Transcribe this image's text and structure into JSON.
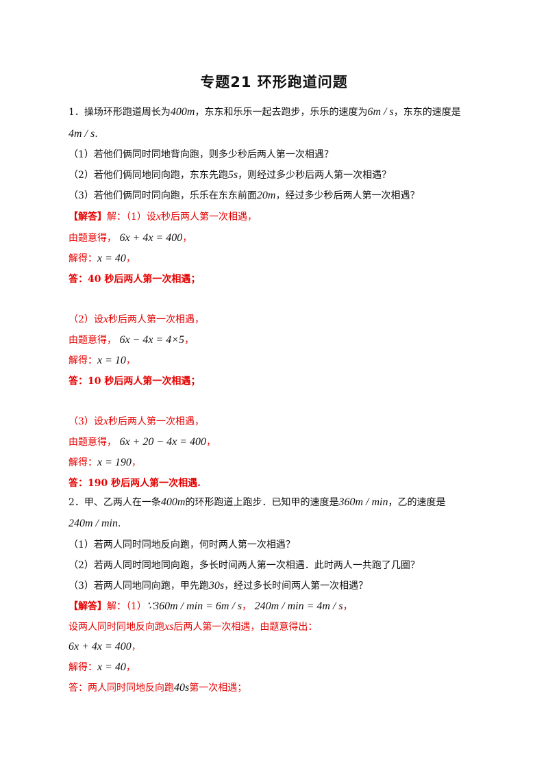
{
  "title": "专题21  环形跑道问题",
  "p1": {
    "intro_a": "1．操场环形跑道周长为",
    "m400": "400m",
    "intro_b": "，东东和乐乐一起去跑步，乐乐的速度为",
    "v6": "6m / s",
    "intro_c": "，东东的速度是",
    "v4": "4m / s",
    "intro_end": ".",
    "q1": "（1）若他们俩同时同地背向跑，则多少秒后两人第一次相遇？",
    "q2_a": "（2）若他们俩同地同向跑，东东先跑",
    "q2_m": "5s",
    "q2_b": "，则经过多少秒后两人第一次相遇？",
    "q3_a": "（3）若他们俩同时同向跑，乐乐在东东前面",
    "q3_m": "20m",
    "q3_b": "，经过多少秒后两人第一次相遇？",
    "ans_tag": "【解答】",
    "ans1_a": "解：（1）设",
    "ans1_x": "x",
    "ans1_b": "秒后两人第一次相遇，",
    "eq_lead": "由题意得，",
    "eq1": "6x + 4x = 400",
    "comma": "，",
    "solve_lead": "解得：",
    "sol1": "x = 40",
    "ansline1": "答：40 秒后两人第一次相遇；",
    "ans2_a": "（2）设",
    "ans2_b": "秒后两人第一次相遇，",
    "eq2": "6x − 4x = 4×5",
    "sol2": "x = 10",
    "ansline2": "答：10 秒后两人第一次相遇；",
    "ans3_a": "（3）设",
    "ans3_b": "秒后两人第一次相遇，",
    "eq3": "6x + 20 − 4x = 400",
    "sol3": "x = 190",
    "ansline3": "答：190 秒后两人第一次相遇."
  },
  "p2": {
    "intro_a": "2．甲、乙两人在一条",
    "m400": "400m",
    "intro_b": "的环形跑道上跑步．已知甲的速度是",
    "v360": "360m / min",
    "intro_c": "，乙的速度是",
    "v240": "240m / min",
    "intro_end": ".",
    "q1": "（1）若两人同时同地反向跑，何时两人第一次相遇？",
    "q2": "（2）若两人同时同地同向跑，多长时间两人第一次相遇．此时两人一共跑了几圈？",
    "q3_a": "（3）若两人同地同向跑，甲先跑",
    "q3_m": "30s",
    "q3_b": "，经过多长时间两人第一次相遇？",
    "ans_tag": "【解答】",
    "ans1_a": "解：（1）",
    "conv1": "∵360m / min = 6m / s",
    "conv_sep": "，",
    "conv2": "240m / min = 4m / s",
    "conv_end": "，",
    "setup_a": "设两人同时同地反向跑",
    "setup_m": "xs",
    "setup_b": "后两人第一次相遇，由题意得出：",
    "eq1": "6x + 4x = 400",
    "comma": "，",
    "solve_lead": "解得：",
    "sol1": "x = 40",
    "ans_a": "答：两人同时同地反向跑",
    "ans_m": "40s",
    "ans_b": "第一次相遇；"
  }
}
